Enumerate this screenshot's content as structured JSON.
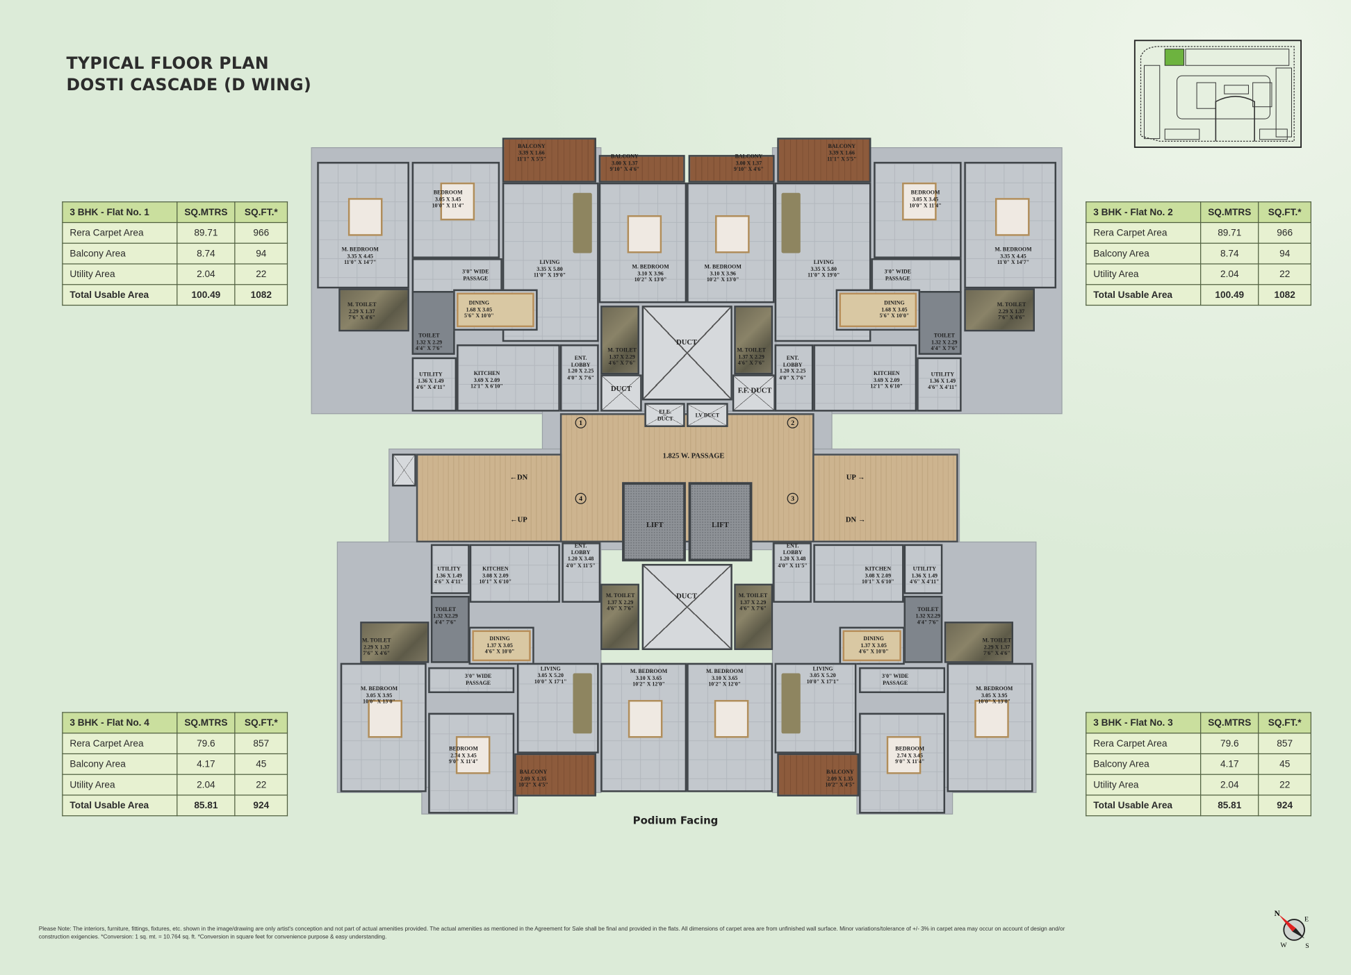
{
  "header": {
    "title_line1": "TYPICAL FLOOR PLAN",
    "title_line2": "DOSTI CASCADE (D WING)"
  },
  "tables": [
    {
      "flat": "3 BHK - Flat No. 1",
      "col1": "SQ.MTRS",
      "col2": "SQ.FT.*",
      "rows": [
        [
          "Rera Carpet Area",
          "89.71",
          "966"
        ],
        [
          "Balcony Area",
          "8.74",
          "94"
        ],
        [
          "Utility Area",
          "2.04",
          "22"
        ],
        [
          "Total Usable Area",
          "100.49",
          "1082"
        ]
      ]
    },
    {
      "flat": "3 BHK - Flat No. 2",
      "col1": "SQ.MTRS",
      "col2": "SQ.FT.*",
      "rows": [
        [
          "Rera Carpet Area",
          "89.71",
          "966"
        ],
        [
          "Balcony Area",
          "8.74",
          "94"
        ],
        [
          "Utility Area",
          "2.04",
          "22"
        ],
        [
          "Total Usable Area",
          "100.49",
          "1082"
        ]
      ]
    },
    {
      "flat": "3 BHK - Flat No. 4",
      "col1": "SQ.MTRS",
      "col2": "SQ.FT.*",
      "rows": [
        [
          "Rera Carpet Area",
          "79.6",
          "857"
        ],
        [
          "Balcony Area",
          "4.17",
          "45"
        ],
        [
          "Utility Area",
          "2.04",
          "22"
        ],
        [
          "Total Usable Area",
          "85.81",
          "924"
        ]
      ]
    },
    {
      "flat": "3 BHK - Flat No. 3",
      "col1": "SQ.MTRS",
      "col2": "SQ.FT.*",
      "rows": [
        [
          "Rera Carpet Area",
          "79.6",
          "857"
        ],
        [
          "Balcony Area",
          "4.17",
          "45"
        ],
        [
          "Utility Area",
          "2.04",
          "22"
        ],
        [
          "Total Usable Area",
          "85.81",
          "924"
        ]
      ]
    }
  ],
  "plan": {
    "flat_top": [
      {
        "lines": [
          "M. BEDROOM",
          "3.35 X 4.45",
          "11'0\" X 14'7\""
        ]
      },
      {
        "lines": [
          "BEDROOM",
          "3.05 X 3.45",
          "10'0\" X 11'4\""
        ]
      },
      {
        "lines": [
          "BALCONY",
          "3.39 X 1.66",
          "11'1\" X 5'5\""
        ]
      },
      {
        "lines": [
          "LIVING",
          "3.35 X 5.80",
          "11'0\" X 19'0\""
        ]
      },
      {
        "lines": [
          "3'0\" WIDE",
          "PASSAGE"
        ]
      },
      {
        "lines": [
          "M. TOILET",
          "2.29 X 1.37",
          "7'6\" X 4'6\""
        ]
      },
      {
        "lines": [
          "TOILET",
          "1.32 X 2.29",
          "4'4\" X 7'6\""
        ]
      },
      {
        "lines": [
          "DINING",
          "1.68 X 3.05",
          "5'6\" X 10'0\""
        ]
      },
      {
        "lines": [
          "UTILITY",
          "1.36 X 1.49",
          "4'6\" X 4'11\""
        ]
      },
      {
        "lines": [
          "KITCHEN",
          "3.69 X 2.09",
          "12'1\" X 6'10\""
        ]
      },
      {
        "lines": [
          "ENT.",
          "LOBBY",
          "1.20 X 2.25",
          "4'0\" X 7'6\""
        ]
      },
      {
        "lines": [
          "BALCONY",
          "3.00 X 1.37",
          "9'10\" X 4'6\""
        ]
      },
      {
        "lines": [
          "M. BEDROOM",
          "3.10 X 3.96",
          "10'2\" X 13'0\""
        ]
      },
      {
        "lines": [
          "M. TOILET",
          "1.37 X 2.29",
          "4'6\" X 7'6\""
        ]
      }
    ],
    "flat_bottom": [
      {
        "lines": [
          "UTILITY",
          "1.36 X 1.49",
          "4'6\" X 4'11\""
        ]
      },
      {
        "lines": [
          "KITCHEN",
          "3.08 X 2.09",
          "10'1\" X 6'10\""
        ]
      },
      {
        "lines": [
          "ENT.",
          "LOBBY",
          "1.20 X 3.48",
          "4'0\" X 11'5\""
        ]
      },
      {
        "lines": [
          "TOILET",
          "1.32 X2.29",
          "4'4\" 7'6\""
        ]
      },
      {
        "lines": [
          "M. TOILET",
          "2.29 X 1.37",
          "7'6\" X 4'6\""
        ]
      },
      {
        "lines": [
          "DINING",
          "1.37 X 3.05",
          "4'6\" X 10'0\""
        ]
      },
      {
        "lines": [
          "M. BEDROOM",
          "3.05 X 3.95",
          "10'0\" X 13'0\""
        ]
      },
      {
        "lines": [
          "BEDROOM",
          "2.74 X 3.45",
          "9'0\" X 11'4\""
        ]
      },
      {
        "lines": [
          "3'0\" WIDE",
          "PASSAGE"
        ]
      },
      {
        "lines": [
          "LIVING",
          "3.05 X 5.20",
          "10'0\" X 17'1\""
        ]
      },
      {
        "lines": [
          "BALCONY",
          "2.09 X 1.35",
          "10'2\" X 4'5\""
        ]
      },
      {
        "lines": [
          "M. BEDROOM",
          "3.10 X 3.65",
          "10'2\" X 12'0\""
        ]
      },
      {
        "lines": [
          "M. TOILET",
          "1.37 X 2.29",
          "4'6\" X 7'6\""
        ]
      }
    ],
    "core": [
      {
        "lines": [
          "DUCT"
        ]
      },
      {
        "lines": [
          "DUCT"
        ]
      },
      {
        "lines": [
          "F.F. DUCT"
        ]
      },
      {
        "lines": [
          "ELE.",
          "DUCT"
        ]
      },
      {
        "lines": [
          "LV DUCT"
        ]
      },
      {
        "lines": [
          "1.825 W. PASSAGE"
        ]
      },
      {
        "lines": [
          "LIFT"
        ]
      },
      {
        "lines": [
          "LIFT"
        ]
      },
      {
        "lines": [
          "DUCT"
        ]
      }
    ],
    "stairs": [
      "DN",
      "UP",
      "UP",
      "DN"
    ],
    "flat_markers": [
      "1",
      "2",
      "3",
      "4"
    ]
  },
  "podium_label": "Podium Facing",
  "disclaimer": "Please Note: The interiors, furniture, fittings, fixtures, etc. shown in the image/drawing are only artist's conception and not part of actual amenities provided. The actual amenities as mentioned in the Agreement for Sale shall be final and provided in the flats. All dimensions of carpet area are from unfinished wall surface. Minor variations/tolerance of +/- 3% in carpet area may occur on account of design and/or construction exigencies. *Conversion: 1 sq. mt. = 10.764 sq. ft. *Conversion in square feet for convenience purpose & easy understanding.",
  "key_plan": {
    "highlight_color": "#6db33f",
    "icon": "site-key-plan"
  },
  "compass": {
    "labels": [
      "N",
      "E",
      "W",
      "S"
    ],
    "needle_color": "#e02020"
  },
  "colors": {
    "background": "#dcebd8",
    "table_header": "#cadf9e",
    "table_cell": "#e7f1d1"
  }
}
